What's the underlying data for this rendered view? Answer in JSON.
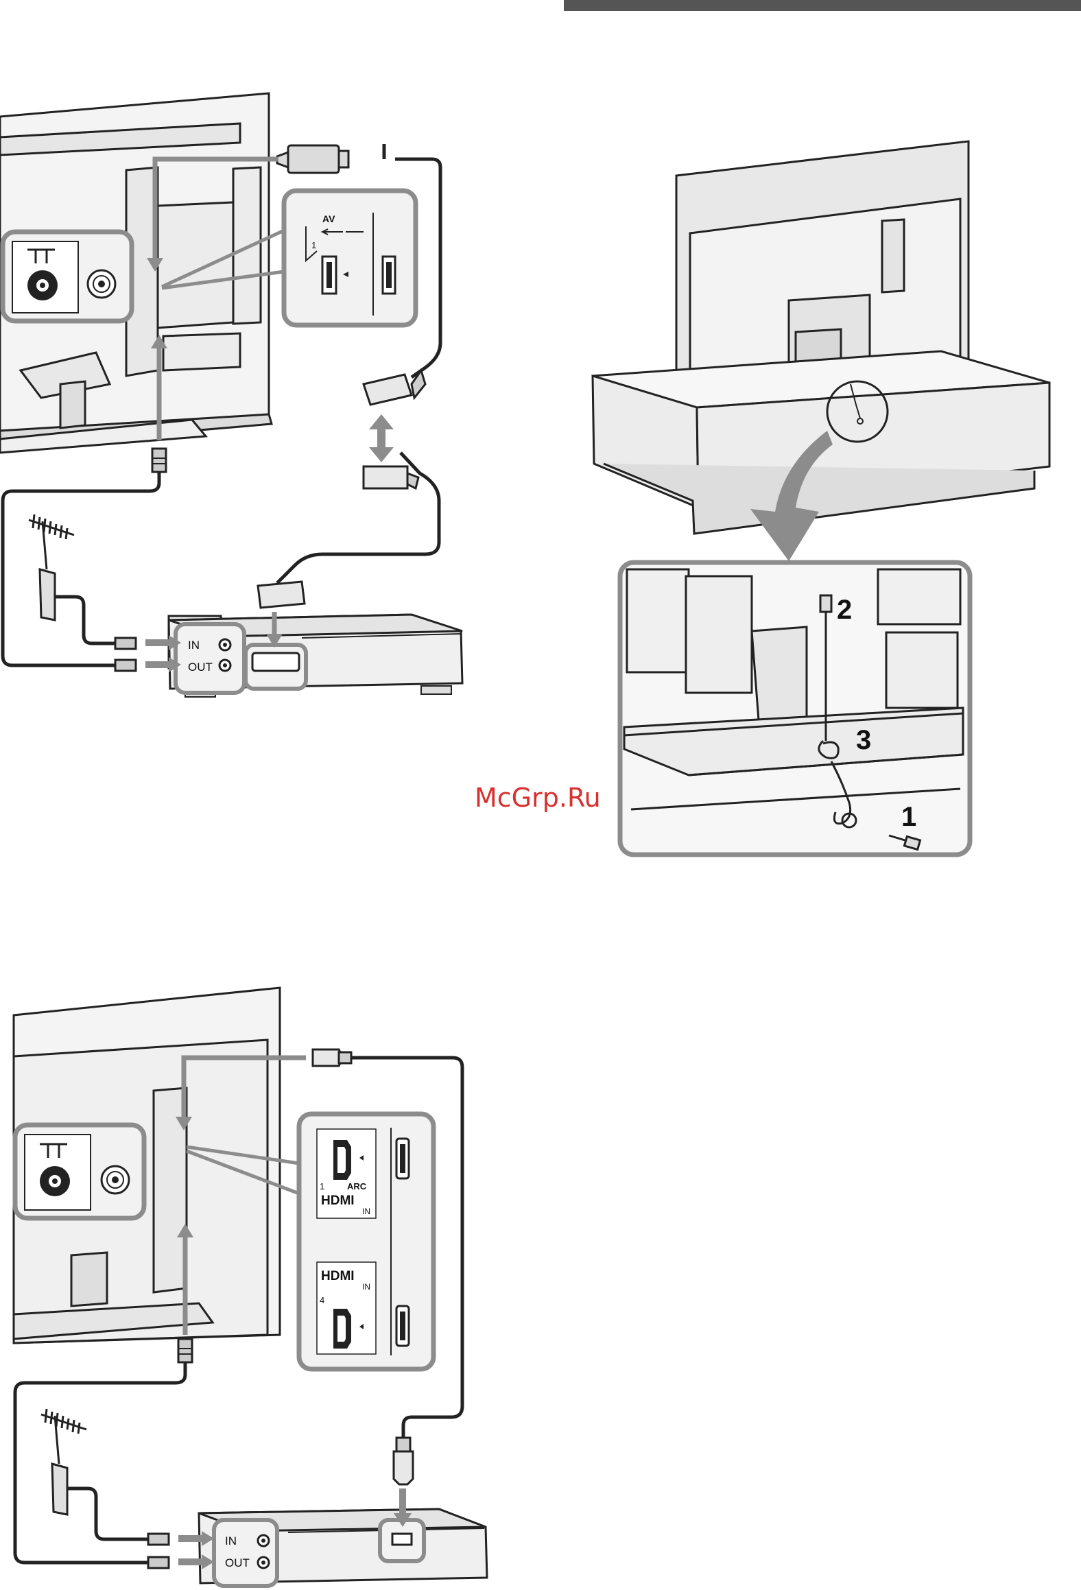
{
  "watermark": {
    "text": "McGrp.Ru",
    "color": "#d8302f"
  },
  "scart_panel": {
    "av_label": "AV",
    "port_number": "1"
  },
  "hdmi_panel": {
    "port_top_number": "1",
    "port_top_arc": "ARC",
    "port_bottom_number": "4",
    "hdmi_logo": "HDMI",
    "hdmi_in": "IN"
  },
  "recorder_top": {
    "in_label": "IN",
    "out_label": "OUT"
  },
  "recorder_bottom": {
    "in_label": "IN",
    "out_label": "OUT"
  },
  "strap_steps": {
    "step1": "1",
    "step2": "2",
    "step3": "3"
  },
  "colors": {
    "line": "#222222",
    "callout_gray": "#8c8c8c",
    "panel_fill": "#f2f2f2",
    "box_fill": "#eeeeee",
    "header_bar": "#555555"
  }
}
